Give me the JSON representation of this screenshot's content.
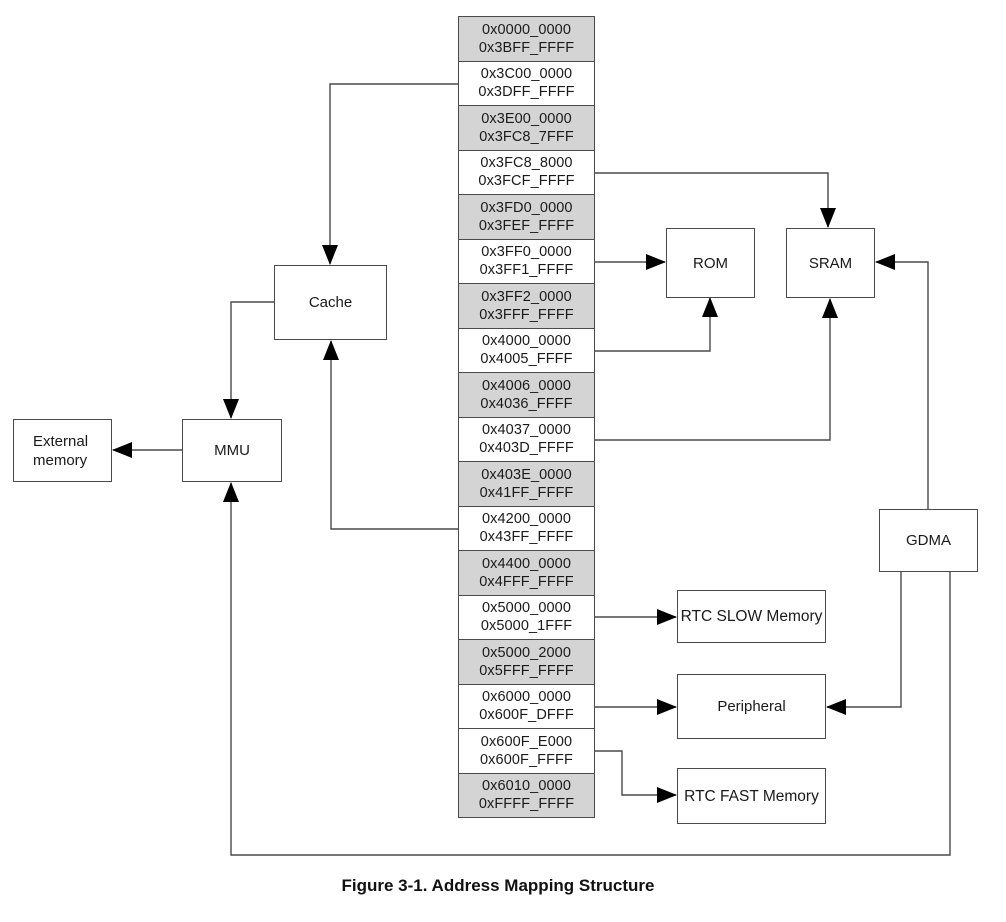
{
  "figure": {
    "caption": "Figure 3-1. Address Mapping Structure"
  },
  "colors": {
    "shaded_row": "#d4d4d4",
    "box_border": "#4a4a4a",
    "connector": "#4a4a4a",
    "arrowhead": "#000000",
    "text": "#1a1a1a"
  },
  "memory_map": [
    {
      "start": "0x0000_0000",
      "end": "0x3BFF_FFFF",
      "shaded": true
    },
    {
      "start": "0x3C00_0000",
      "end": "0x3DFF_FFFF",
      "shaded": false
    },
    {
      "start": "0x3E00_0000",
      "end": "0x3FC8_7FFF",
      "shaded": true
    },
    {
      "start": "0x3FC8_8000",
      "end": "0x3FCF_FFFF",
      "shaded": false
    },
    {
      "start": "0x3FD0_0000",
      "end": "0x3FEF_FFFF",
      "shaded": true
    },
    {
      "start": "0x3FF0_0000",
      "end": "0x3FF1_FFFF",
      "shaded": false
    },
    {
      "start": "0x3FF2_0000",
      "end": "0x3FFF_FFFF",
      "shaded": true
    },
    {
      "start": "0x4000_0000",
      "end": "0x4005_FFFF",
      "shaded": false
    },
    {
      "start": "0x4006_0000",
      "end": "0x4036_FFFF",
      "shaded": true
    },
    {
      "start": "0x4037_0000",
      "end": "0x403D_FFFF",
      "shaded": false
    },
    {
      "start": "0x403E_0000",
      "end": "0x41FF_FFFF",
      "shaded": true
    },
    {
      "start": "0x4200_0000",
      "end": "0x43FF_FFFF",
      "shaded": false
    },
    {
      "start": "0x4400_0000",
      "end": "0x4FFF_FFFF",
      "shaded": true
    },
    {
      "start": "0x5000_0000",
      "end": "0x5000_1FFF",
      "shaded": false
    },
    {
      "start": "0x5000_2000",
      "end": "0x5FFF_FFFF",
      "shaded": true
    },
    {
      "start": "0x6000_0000",
      "end": "0x600F_DFFF",
      "shaded": false
    },
    {
      "start": "0x600F_E000",
      "end": "0x600F_FFFF",
      "shaded": false
    },
    {
      "start": "0x6010_0000",
      "end": "0xFFFF_FFFF",
      "shaded": true
    }
  ],
  "components": {
    "external_memory": {
      "label": "External memory"
    },
    "mmu": {
      "label": "MMU"
    },
    "cache": {
      "label": "Cache"
    },
    "rom": {
      "label": "ROM"
    },
    "sram": {
      "label": "SRAM"
    },
    "gdma": {
      "label": "GDMA"
    },
    "rtc_slow": {
      "label": "RTC SLOW Memory"
    },
    "peripheral": {
      "label": "Peripheral"
    },
    "rtc_fast": {
      "label": "RTC FAST Memory"
    }
  }
}
